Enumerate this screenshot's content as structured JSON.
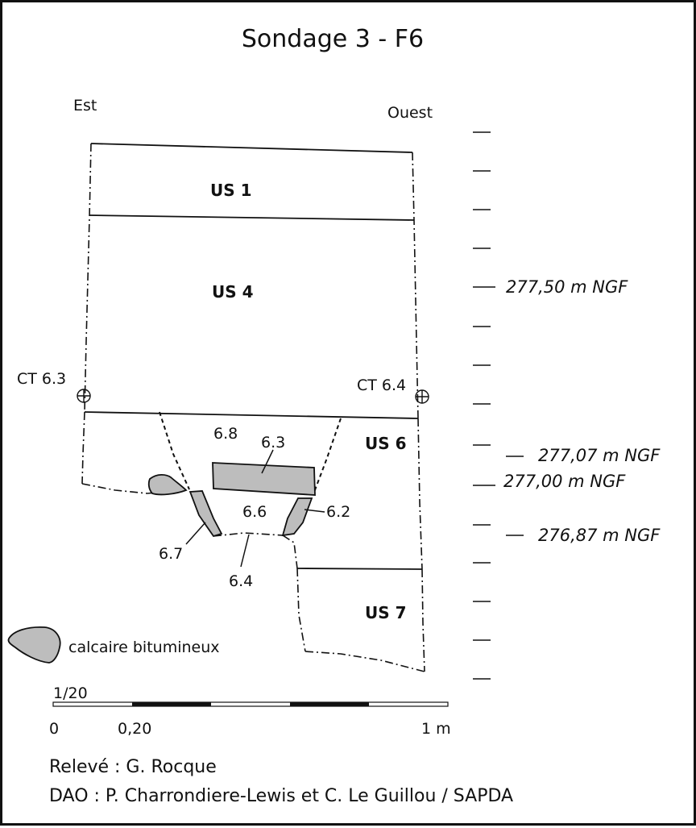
{
  "title": "Sondage 3 - F6",
  "orientation": {
    "east": "Est",
    "west": "Ouest"
  },
  "layers": {
    "us1": "US 1",
    "us4": "US 4",
    "us6": "US 6",
    "us7": "US 7"
  },
  "control_points": {
    "left": "CT 6.3",
    "right": "CT 6.4"
  },
  "features": {
    "f68": "6.8",
    "f63": "6.3",
    "f66": "6.6",
    "f62": "6.2",
    "f67": "6.7",
    "f64": "6.4"
  },
  "elevations": {
    "e1": "277,50 m NGF",
    "e2": "277,07 m NGF",
    "e3": "277,00 m NGF",
    "e4": "276,87 m NGF"
  },
  "legend": {
    "label": "calcaire bitumineux",
    "fill_color": "#bdbdbd"
  },
  "scale": {
    "ratio": "1/20",
    "start": "0",
    "mid": "0,20",
    "end": "1 m"
  },
  "credits": {
    "releve": "Relevé : G. Rocque",
    "dao": "DAO : P. Charrondiere-Lewis et C. Le Guillou / SAPDA"
  }
}
